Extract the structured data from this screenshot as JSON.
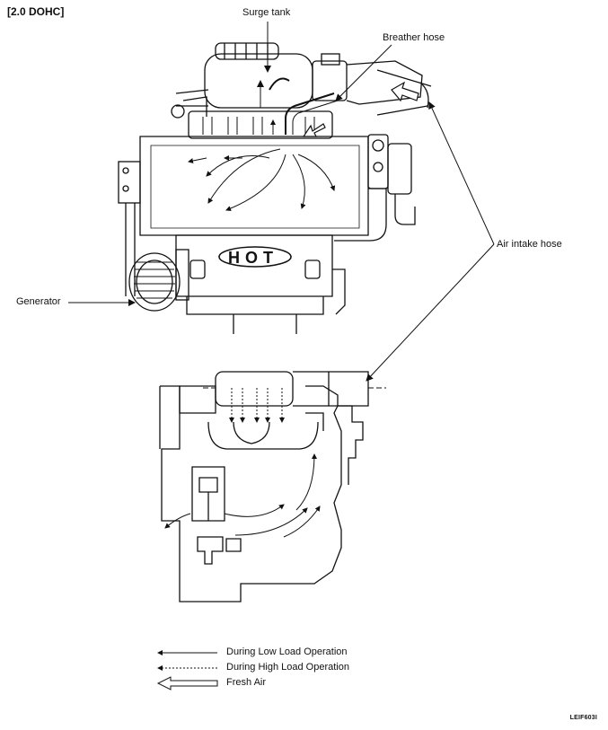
{
  "header": {
    "engine": "[2.0 DOHC]"
  },
  "labels": {
    "surge_tank": "Surge tank",
    "breather_hose": "Breather hose",
    "air_intake_hose": "Air intake hose",
    "generator": "Generator",
    "hot": "HOT"
  },
  "legend": {
    "low_load": "During Low Load Operation",
    "high_load": "During High Load Operation",
    "fresh_air": "Fresh Air"
  },
  "figure_code": "LEIF603I"
}
